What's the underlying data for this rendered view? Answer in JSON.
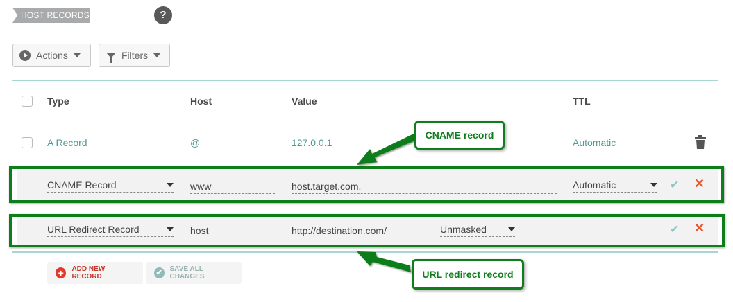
{
  "header": {
    "title": "HOST RECORDS",
    "help_glyph": "?"
  },
  "toolbar": {
    "actions_label": "Actions",
    "filters_label": "Filters"
  },
  "table": {
    "columns": {
      "type": "Type",
      "host": "Host",
      "value": "Value",
      "ttl": "TTL"
    },
    "rows": [
      {
        "type": "A Record",
        "host": "@",
        "value": "127.0.0.1",
        "ttl": "Automatic"
      }
    ],
    "edit_rows": [
      {
        "type": "CNAME Record",
        "host": "www",
        "value": "host.target.com.",
        "ttl": "Automatic"
      },
      {
        "type": "URL Redirect Record",
        "host": "host",
        "value": "http://destination.com/",
        "masking": "Unmasked"
      }
    ]
  },
  "actions": {
    "add_label": "ADD NEW RECORD",
    "save_label": "SAVE ALL CHANGES"
  },
  "annotations": {
    "cname_callout": "CNAME record",
    "url_callout": "URL redirect record"
  },
  "icons": [
    "play-icon",
    "funnel-icon",
    "trash-icon",
    "check-icon",
    "close-icon",
    "plus-icon",
    "help-icon"
  ],
  "colors": {
    "accent_teal": "#4e9b95",
    "annotation_green": "#0f7d1b",
    "delete_orange": "#e8552a",
    "add_red": "#e23a2a"
  }
}
